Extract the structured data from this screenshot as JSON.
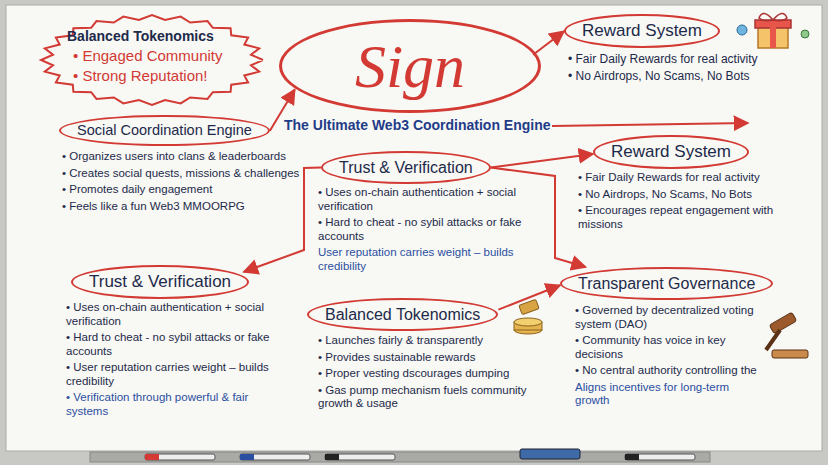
{
  "diagram": {
    "nodes": [
      {
        "text": [
          "Balanced Tokenomics",
          "• Engaged Community",
          "• Strong Reputation!"
        ]
      },
      {
        "text": [
          "Sign"
        ]
      },
      {
        "text": [
          "Reward System"
        ]
      },
      {
        "text": [
          "Social Coordination Engine"
        ]
      },
      {
        "text": [
          "Trust & Verification"
        ]
      },
      {
        "text": [
          "Reward System"
        ]
      },
      {
        "text": [
          "Trust & Verification"
        ]
      },
      {
        "text": [
          "Balanced Tokenomics"
        ]
      },
      {
        "text": [
          "Transparent Governance"
        ]
      }
    ],
    "edges": [
      {
        "from": 3,
        "to": 1,
        "arrow": "to"
      },
      {
        "from": 1,
        "to": 2,
        "arrow": "to"
      },
      {
        "from": 4,
        "to": 5,
        "arrow": "to"
      },
      {
        "from": 4,
        "to": 8,
        "arrow": "to"
      },
      {
        "from": 4,
        "to": 6,
        "arrow": "to"
      },
      {
        "from": 7,
        "to": 8,
        "arrow": "to"
      }
    ],
    "labels": [
      "The Ultimate Web3 Coordination Engine",
      "• Fair Daily Rewards for real activity",
      "• No Airdrops, No Scams, No Bots",
      "• Organizes users into clans & leaderboards",
      "• Creates social quests, missions & challenges",
      "• Promotes daily engagement",
      "• Feels like a fun Web3 MMOORPG",
      "• Uses on-chain authentication + social verification",
      "• Hard to cheat - no sybil attacks or fake accounts",
      "User reputation carries weight – builds credibility",
      "• Fair Daily Rewards for real activity",
      "• No Airdrops, No Scams, No Bots",
      "• Encourages repeat engagement with missions",
      "• Uses on-chain authentication + social verification",
      "• Hard to cheat - no sybil attacks or fake accounts",
      "• User reputation carries weight – builds credibility",
      "• Verification through powerful & fair systems",
      "• Launches fairly & transparently",
      "• Provides sustainable rewards",
      "• Proper vesting dscourages dumping",
      "• Gas pump mechanism fuels community growth & usage",
      "• Governed by decentralized voting system (DAO)",
      "• Community has voice in key decisions",
      "• No central authority controlling the",
      "Aligns incentives for long-term growth"
    ]
  }
}
